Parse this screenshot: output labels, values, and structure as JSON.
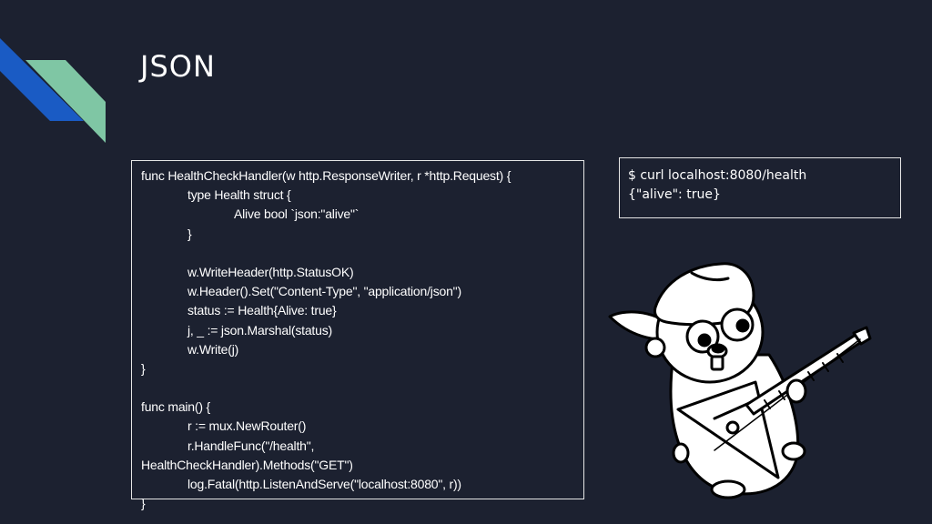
{
  "slide": {
    "title": "JSON",
    "colors": {
      "background": "#1c2130",
      "accent_blue": "#1a5bc4",
      "accent_green": "#7fc6a4",
      "text": "#ffffff"
    }
  },
  "code_block": {
    "lines": [
      {
        "indent": 0,
        "text": "func HealthCheckHandler(w http.ResponseWriter, r *http.Request) {"
      },
      {
        "indent": 1,
        "text": "type Health struct {"
      },
      {
        "indent": 2,
        "text": "Alive bool `json:\"alive\"`"
      },
      {
        "indent": 1,
        "text": "}"
      },
      {
        "indent": 0,
        "text": ""
      },
      {
        "indent": 1,
        "text": "w.WriteHeader(http.StatusOK)"
      },
      {
        "indent": 1,
        "text": "w.Header().Set(\"Content-Type\", \"application/json\")"
      },
      {
        "indent": 1,
        "text": "status := Health{Alive: true}"
      },
      {
        "indent": 1,
        "text": "j, _ := json.Marshal(status)"
      },
      {
        "indent": 1,
        "text": "w.Write(j)"
      },
      {
        "indent": 0,
        "text": "}"
      },
      {
        "indent": 0,
        "text": ""
      },
      {
        "indent": 0,
        "text": "func main() {"
      },
      {
        "indent": 1,
        "text": "r := mux.NewRouter()"
      },
      {
        "indent": 1,
        "text": "r.HandleFunc(\"/health\","
      },
      {
        "indent": 0,
        "text": "HealthCheckHandler).Methods(\"GET\")"
      },
      {
        "indent": 1,
        "text": "log.Fatal(http.ListenAndServe(\"localhost:8080\", r))"
      },
      {
        "indent": 0,
        "text": "}"
      }
    ]
  },
  "terminal": {
    "lines": [
      "$ curl localhost:8080/health",
      "{\"alive\": true}"
    ]
  },
  "illustration": {
    "icon": "gopher-with-balalaika-icon"
  }
}
